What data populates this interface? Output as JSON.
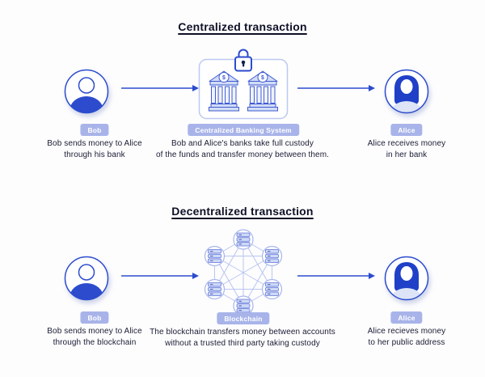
{
  "page": {
    "background": "#fdfdfe"
  },
  "colors": {
    "primary_blue": "#2c4ccd",
    "dark_navy_text": "#1a1c33",
    "title_text": "#0e1126",
    "badge_periwinkle": "#a8b4e9",
    "badge_text": "#ffffff",
    "box_outline_light": "#bcc9f1",
    "bank_fill": "#d2dcf6",
    "bank_outline": "#3f5bd2",
    "alice_hair": "#2040c8",
    "alice_shoulders": "#dde4f7",
    "keyhole_navy": "#16214d",
    "network_line": "#b9c5f0",
    "node_outline": "#a9b8ee",
    "server_fill": "#cfd9f6",
    "server_outline": "#5b72da"
  },
  "icons": {
    "bank_dollar_symbol": "$"
  },
  "sections": [
    {
      "title": "Centralized transaction",
      "actors": {
        "left": {
          "badge": "Bob",
          "lines": [
            "Bob sends money to Alice",
            "through his bank"
          ]
        },
        "center": {
          "badge": "Centralized Banking System",
          "lines": [
            "Bob and Alice's banks take full custody",
            "of the funds and transfer money between them."
          ]
        },
        "right": {
          "badge": "Alice",
          "lines": [
            "Alice receives money",
            "in her bank"
          ]
        }
      }
    },
    {
      "title": "Decentralized transaction",
      "actors": {
        "left": {
          "badge": "Bob",
          "lines": [
            "Bob sends money to Alice",
            "through the blockchain"
          ]
        },
        "center": {
          "badge": "Blockchain",
          "lines": [
            "The blockchain transfers money between accounts",
            "without a trusted third party taking custody"
          ]
        },
        "right": {
          "badge": "Alice",
          "lines": [
            "Alice recieves money",
            "to her public address"
          ]
        }
      }
    }
  ]
}
